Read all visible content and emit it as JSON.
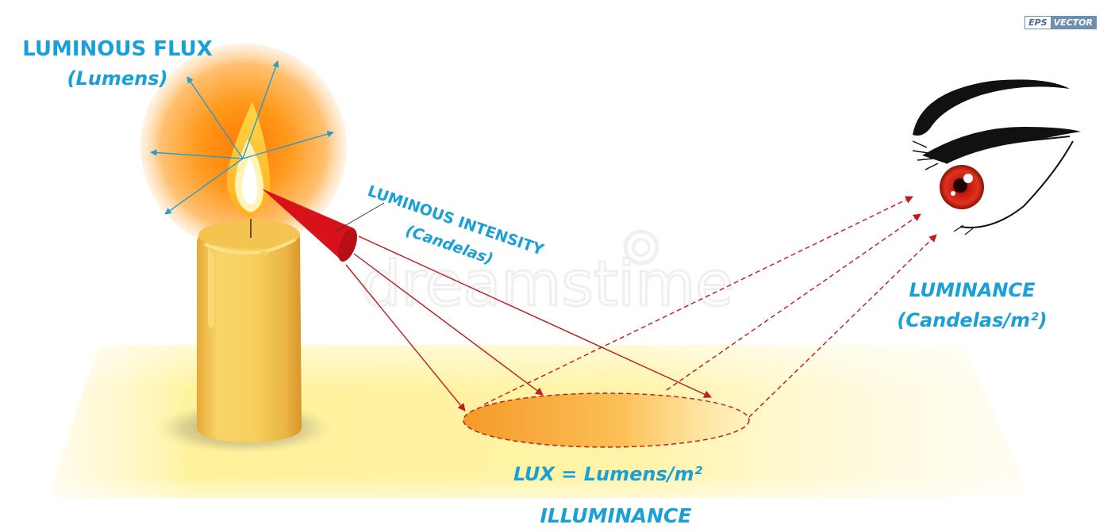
{
  "badge": {
    "eps": "EPS",
    "vector": "VECTOR"
  },
  "labels": {
    "luminous_flux": "LUMINOUS FLUX",
    "lumens": "(Lumens)",
    "luminous_intensity": "LUMINOUS INTENSITY",
    "candelas": "(Candelas)",
    "luminance": "LUMINANCE",
    "candelas_m2": "(Candelas/m²)",
    "lux_formula": "LUX = Lumens/m²",
    "illuminance": "ILLUMINANCE"
  },
  "watermark": "dreamstime",
  "colors": {
    "label_blue": "#1aa0d8",
    "ray_red": "#c8161d",
    "cone_red": "#d8121b",
    "candle_yellow": "#f6c84a",
    "floor_yellow": "#fff2a0",
    "glow_orange": "#ff8a00"
  }
}
